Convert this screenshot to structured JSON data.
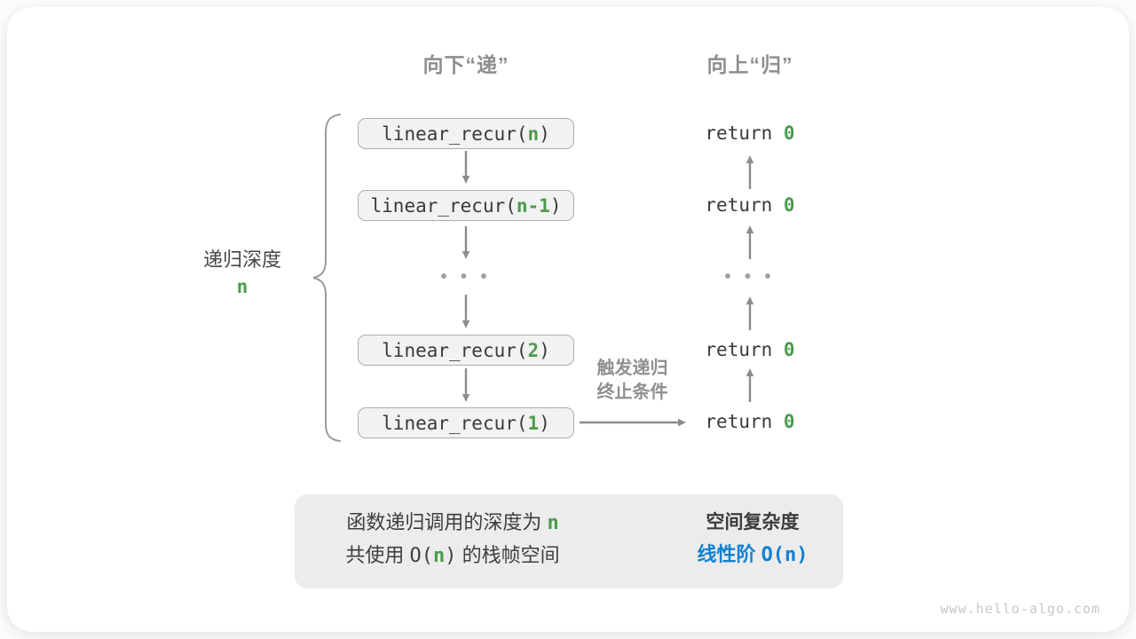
{
  "colors": {
    "green": "#4c9b4c",
    "blue": "#1181d2",
    "arrow_gray": "#8c8c8c",
    "box_fill": "#f2f2f2",
    "box_border": "#adadad",
    "summary_bg": "#ececec"
  },
  "headers": {
    "descend": "向下“递”",
    "ascend": "向上“归”"
  },
  "depth": {
    "label": "递归深度",
    "value": "n"
  },
  "calls": [
    {
      "pre": "linear_recur(",
      "arg": "n",
      "post": ")"
    },
    {
      "pre": "linear_recur(",
      "arg": "n-1",
      "post": ")"
    },
    {
      "pre": "linear_recur(",
      "arg": "2",
      "post": ")"
    },
    {
      "pre": "linear_recur(",
      "arg": "1",
      "post": ")"
    }
  ],
  "returns": [
    {
      "pre": "return ",
      "value": "0"
    },
    {
      "pre": "return ",
      "value": "0"
    },
    {
      "pre": "return ",
      "value": "0"
    },
    {
      "pre": "return ",
      "value": "0"
    }
  ],
  "ellipsis": "• • •",
  "trigger": {
    "line1": "触发递归",
    "line2": "终止条件"
  },
  "summary": {
    "left_line1_pre": "函数递归调用的深度为 ",
    "left_line1_arg": "n",
    "left_line2_pre": "共使用 ",
    "left_line2_o_open": "O(",
    "left_line2_arg": "n",
    "left_line2_o_close": ")",
    "left_line2_post": " 的栈帧空间",
    "right_title": "空间复杂度",
    "right_value_pre": "线性阶 ",
    "right_value_o": "O(n)"
  },
  "watermark": "www.hello-algo.com"
}
